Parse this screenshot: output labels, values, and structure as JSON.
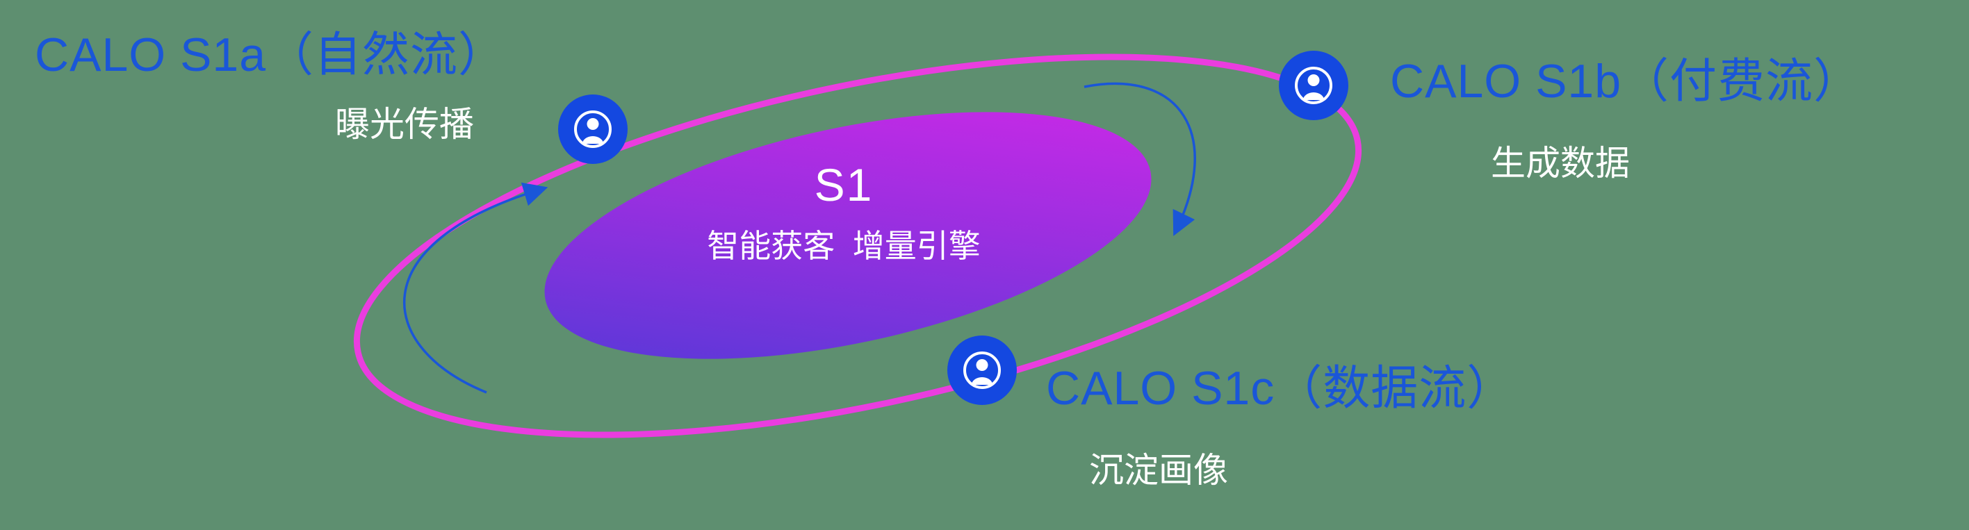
{
  "diagram": {
    "type": "orbit-ecosystem",
    "core": {
      "title": "S1",
      "subtitle": "智能获客  增量引擎"
    },
    "nodes": [
      {
        "id": "s1a",
        "title": "CALO S1a（自然流）",
        "subtitle": "曝光传播",
        "icon": "person-icon",
        "position": "top-left"
      },
      {
        "id": "s1b",
        "title": "CALO S1b（付费流）",
        "subtitle": "生成数据",
        "icon": "person-icon",
        "position": "top-right"
      },
      {
        "id": "s1c",
        "title": "CALO S1c（数据流）",
        "subtitle": "沉淀画像",
        "icon": "person-icon",
        "position": "bottom-center"
      }
    ],
    "arrows": [
      {
        "id": "arrow-left",
        "direction": "counterclockwise-up",
        "color": "#1a56d8"
      },
      {
        "id": "arrow-right",
        "direction": "clockwise-down",
        "color": "#1a56d8"
      }
    ],
    "colors": {
      "background": "#5e8f70",
      "label_blue": "#1a56d8",
      "node_blue": "#1448e0",
      "orbit_pink": "#ea3ddf",
      "core_gradient_start": "#4d3ad6",
      "core_gradient_end": "#d428e8",
      "text_white": "#ffffff"
    }
  }
}
